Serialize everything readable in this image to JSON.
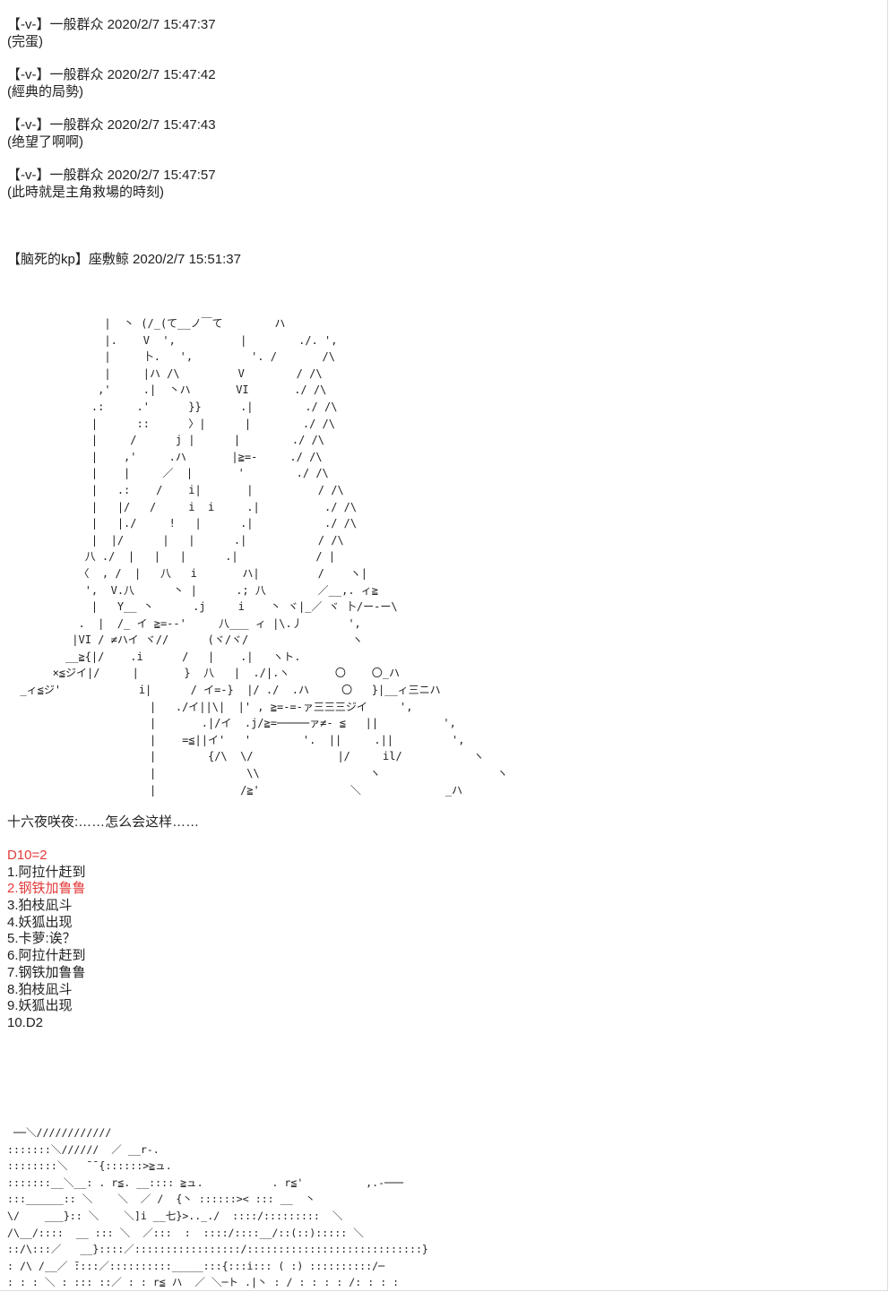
{
  "posts": [
    {
      "author": "【-v-】一般群众",
      "time": "2020/2/7 15:47:37",
      "text": "(完蛋)"
    },
    {
      "author": "【-v-】一般群众",
      "time": "2020/2/7 15:47:42",
      "text": "(經典的局勢)"
    },
    {
      "author": "【-v-】一般群众",
      "time": "2020/2/7 15:47:43",
      "text": "(绝望了啊啊)"
    },
    {
      "author": "【-v-】一般群众",
      "time": "2020/2/7 15:47:57",
      "text": "(此時就是主角救場的時刻)"
    }
  ],
  "kp_post": {
    "author": "【脑死的kp】座敷鲸",
    "time": "2020/2/7 15:51:37"
  },
  "art1": "               |  丶 (/_(て__ノ￣て        ハ\n               |.    V  ',          |        ./. ',\n               |     卜.   ',         '. /       /\\\n               |     |ハ /\\         V        / /\\\n              ,'     .|  丶ハ       VI       ./ /\\\n             .:     .'      }}      .|        ./ /\\\n             |      ::      〉|      |        ./ /\\\n             |     /      j |      |        ./ /\\\n             |    ,'     .ハ       |≧=-     ./ /\\\n             |    |     ／  |       '        ./ /\\\n             |   .:    /    i|       |          / /\\\n             |   |/   /     i  i     .|          ./ /\\\n             |   |./     !   |      .|           ./ /\\\n             |  |/      |   |      .|           / /\\\n            八 ./  |   |   |      .|            / |\n           〈  , /  |   八   i       ハ|         /    ヽ|\n            ',  V.八      丶 |      .; 八        ／__,. ィ≧\n             |   Y__ 丶      .j     i    丶 ヾ|_／ ヾ 卜/ー-ー\\\n           .  |  /_ イ ≧=--'     八___ ィ |\\.丿       ',\n          |VI / ≠ハイ ヾ//      (ヾ/ヾ/                ヽ\n         __≧{|/    .i      /   |    .|   ヽト.\n       ×≦ジイ|/     |       }  八   |  ./|.ヽ       〇    〇_ハ\n  _ィ≦ジ'            i|      / イ=-}  |/ ./  .ハ     〇   }|__ィ三ニハ\n                      |   ./イ||\\|  |' , ≧=-=-ァ三三三ジイ     ',\n                      |       .|/イ  .j/≧=─────ァ≠- ≦   ||          ',\n                      |    =≦||イ'   '        '.  ||     .||         ',\n                      |        {/\\  \\/             |/     il/           ヽ\n                      |              \\\\                 ヽ                  ヽ\n                      |             /≧'              ＼             _ハ",
  "caption": "十六夜咲夜:……怎么会这样……",
  "dice": {
    "result": "D10=2",
    "options": [
      "1.阿拉什赶到",
      "2.钢铁加鲁鲁",
      "3.狛枝凪斗",
      "4.妖狐出现",
      "5.卡萝:诶？",
      "6.阿拉什赶到",
      "7.钢铁加鲁鲁",
      "8.狛枝凪斗",
      "9.妖狐出现",
      "10.D2"
    ]
  },
  "art2": " ──＼////////////\n:::::::＼//////  ／ __r-.\n::::::::＼   ̄ ̄ {::::::>≧ュ.\n:::::::__＼__: . r≦. __:::: ≧ュ.           . r≦'          ,.-───\n:::______:: ＼    ＼  ／ /  {丶 ::::::>< ::: __  丶\n\\/    ___}:: ＼    ＼]i __七}>.._./  ::::/:::::::::  ＼\n/\\__/::::  __ ::: ＼  ／:::  :  ::::/::::__/::(::)::::: ＼\n::/\\:::／   __}::::／:::::::::::::::::/::::::::::::::::::::::::::::}\n: /\\ /__／ ̄::::／::::::::::_____:::{:::i::: ( :) ::::::::::/─\n: : : ＼ : ::: ::／ : : r≦ ハ  ／ ＼─ト .|丶 : / : : : : /: : : :",
  "colors": {
    "dice_highlight": "#e33b3b",
    "text": "#222222"
  }
}
